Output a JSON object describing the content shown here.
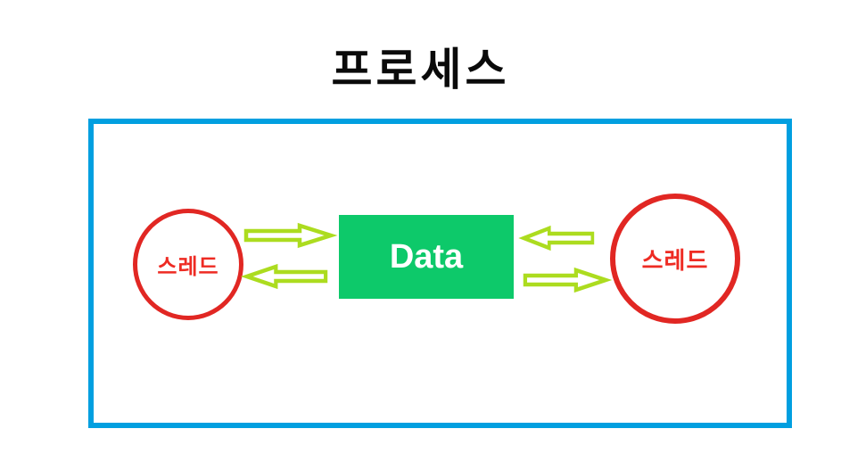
{
  "diagram": {
    "title": "프로세스",
    "process_box": {
      "description": "process boundary rectangle"
    },
    "left_thread": {
      "label": "스레드"
    },
    "right_thread": {
      "label": "스레드"
    },
    "data_box": {
      "label": "Data"
    },
    "arrows": [
      {
        "id": "left-thread-to-data",
        "direction": "right"
      },
      {
        "id": "data-to-left-thread",
        "direction": "left"
      },
      {
        "id": "right-thread-to-data",
        "direction": "left"
      },
      {
        "id": "data-to-right-thread",
        "direction": "right"
      }
    ]
  },
  "colors": {
    "border_blue": "#019FE0",
    "circle_red": "#E12723",
    "label_red": "#EE2B23",
    "data_green": "#0DC96A",
    "arrow_chartreuse": "#ACDC1F",
    "title_black": "#0A0A0A",
    "data_text_white": "#FFFFFF"
  }
}
